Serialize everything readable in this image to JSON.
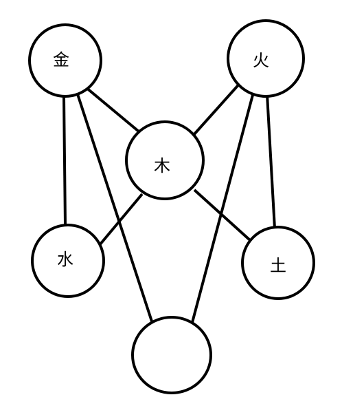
{
  "diagram": {
    "nodes": [
      {
        "id": "jin",
        "label": "金"
      },
      {
        "id": "huo",
        "label": "火"
      },
      {
        "id": "mu",
        "label": "木"
      },
      {
        "id": "shui",
        "label": "水"
      },
      {
        "id": "tu",
        "label": "土"
      },
      {
        "id": "blank",
        "label": ""
      }
    ],
    "edges": [
      {
        "from": "jin",
        "to": "mu"
      },
      {
        "from": "jin",
        "to": "shui"
      },
      {
        "from": "jin",
        "to": "blank"
      },
      {
        "from": "huo",
        "to": "mu"
      },
      {
        "from": "huo",
        "to": "tu"
      },
      {
        "from": "huo",
        "to": "blank"
      },
      {
        "from": "mu",
        "to": "shui"
      },
      {
        "from": "mu",
        "to": "tu"
      }
    ]
  }
}
